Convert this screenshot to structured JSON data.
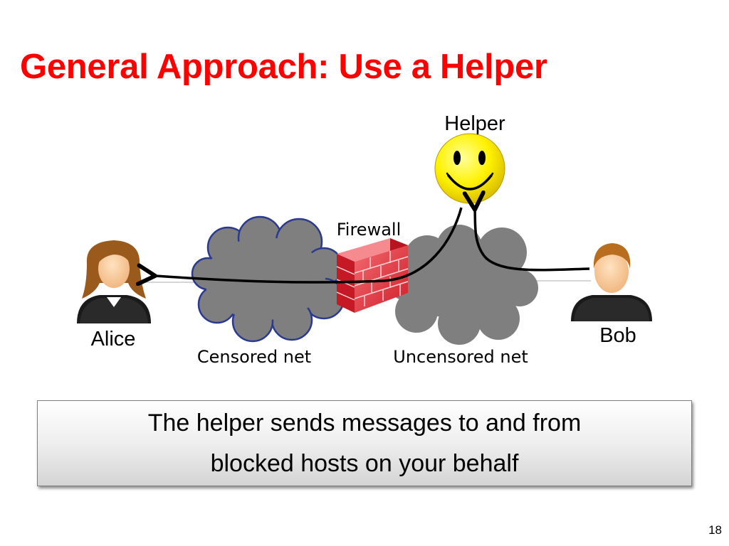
{
  "slide": {
    "title": "General Approach: Use a Helper",
    "number": "18"
  },
  "diagram": {
    "labels": {
      "helper": "Helper",
      "firewall": "Firewall",
      "alice": "Alice",
      "bob": "Bob",
      "censored_net": "Censored net",
      "uncensored_net": "Uncensored net"
    },
    "colors": {
      "censored_cloud_fill": "#7f7f7f",
      "censored_cloud_stroke": "#2b3990",
      "uncensored_cloud_fill": "#7f7f7f",
      "firewall_brick": "#e8353f",
      "helper_face": "#fff200",
      "arrow": "#000000"
    },
    "icons": [
      "smiley-face-icon",
      "brick-wall-icon",
      "woman-user-icon",
      "man-user-icon",
      "cloud-icon"
    ]
  },
  "callout": {
    "line1": "The helper sends messages to and from",
    "line2": "blocked hosts on your behalf"
  }
}
